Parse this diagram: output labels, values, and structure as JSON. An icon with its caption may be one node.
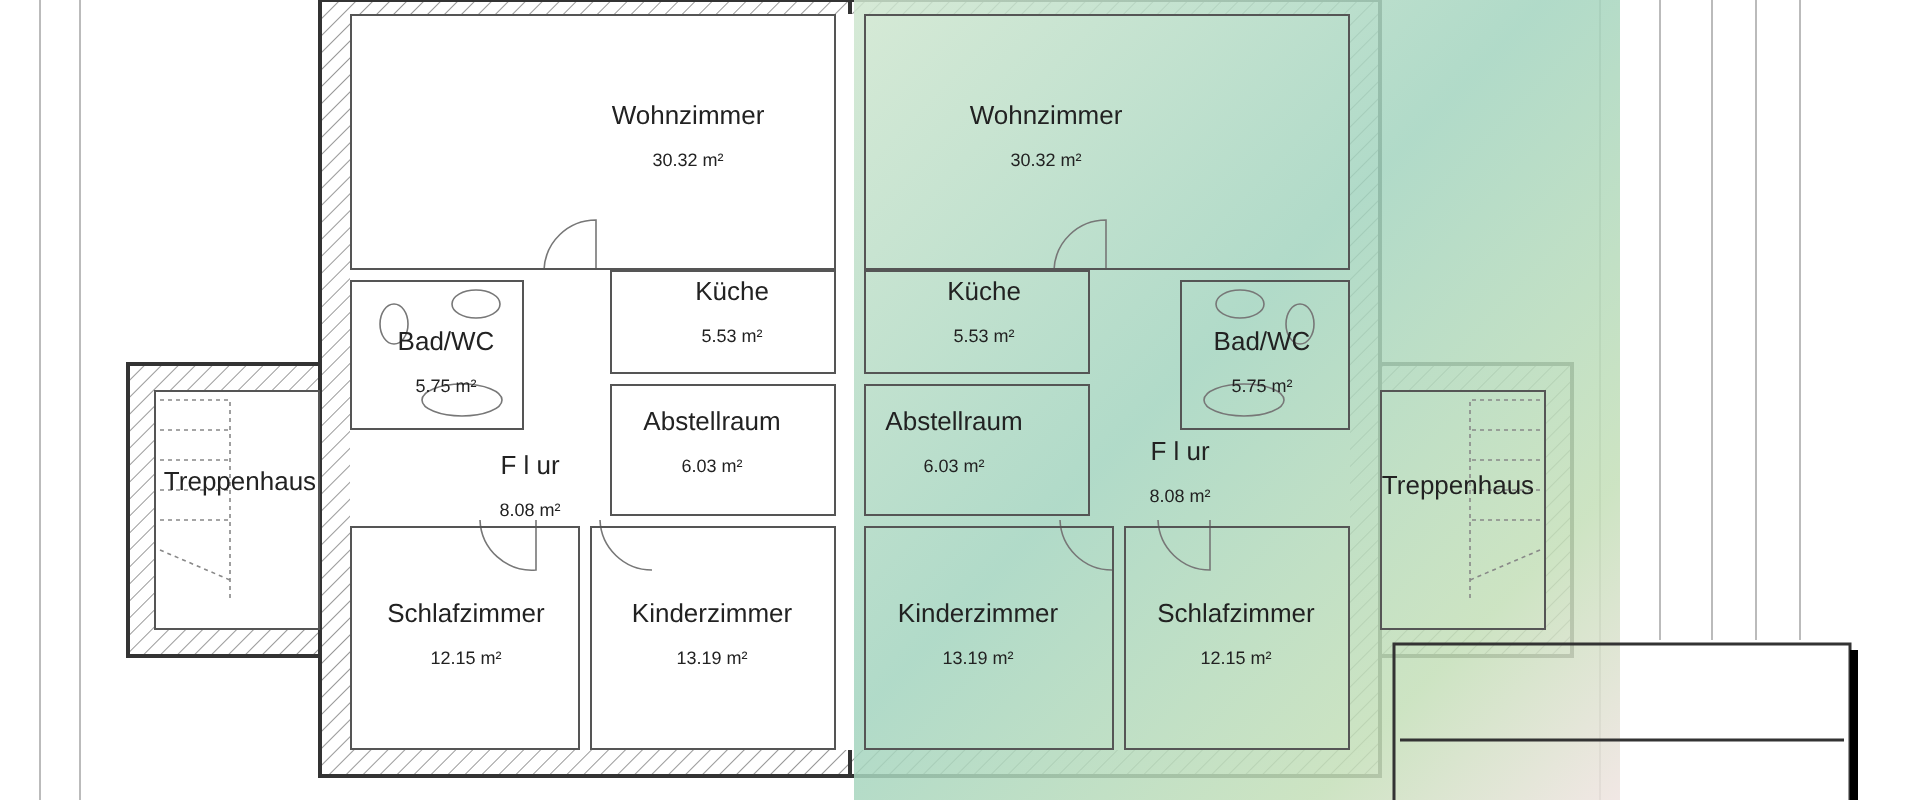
{
  "diagram": {
    "nodes": [
      {
        "text": [
          "Wohnzimmer",
          "30.32 m²"
        ]
      },
      {
        "text": [
          "Wohnzimmer",
          "30.32 m²"
        ]
      },
      {
        "text": [
          "Küche",
          "5.53 m²"
        ]
      },
      {
        "text": [
          "Küche",
          "5.53 m²"
        ]
      },
      {
        "text": [
          "Bad/WC",
          "5.75 m²"
        ]
      },
      {
        "text": [
          "Bad/WC",
          "5.75 m²"
        ]
      },
      {
        "text": [
          "Treppenhaus"
        ]
      },
      {
        "text": [
          "Abstellraum",
          "6.03 m²"
        ]
      },
      {
        "text": [
          "F l ur",
          "8.08 m²"
        ]
      },
      {
        "text": [
          "Abstellraum",
          "6.03 m²"
        ]
      },
      {
        "text": [
          "F l ur",
          "8.08 m²"
        ]
      },
      {
        "text": [
          "Treppenhaus"
        ]
      },
      {
        "text": [
          "Schlafzimmer",
          "12.15 m²"
        ]
      },
      {
        "text": [
          "Kinderzimmer",
          "13.19 m²"
        ]
      },
      {
        "text": [
          "Kinderzimmer",
          "13.19 m²"
        ]
      },
      {
        "text": [
          "Schlafzimmer",
          "12.15 m²"
        ]
      }
    ]
  }
}
